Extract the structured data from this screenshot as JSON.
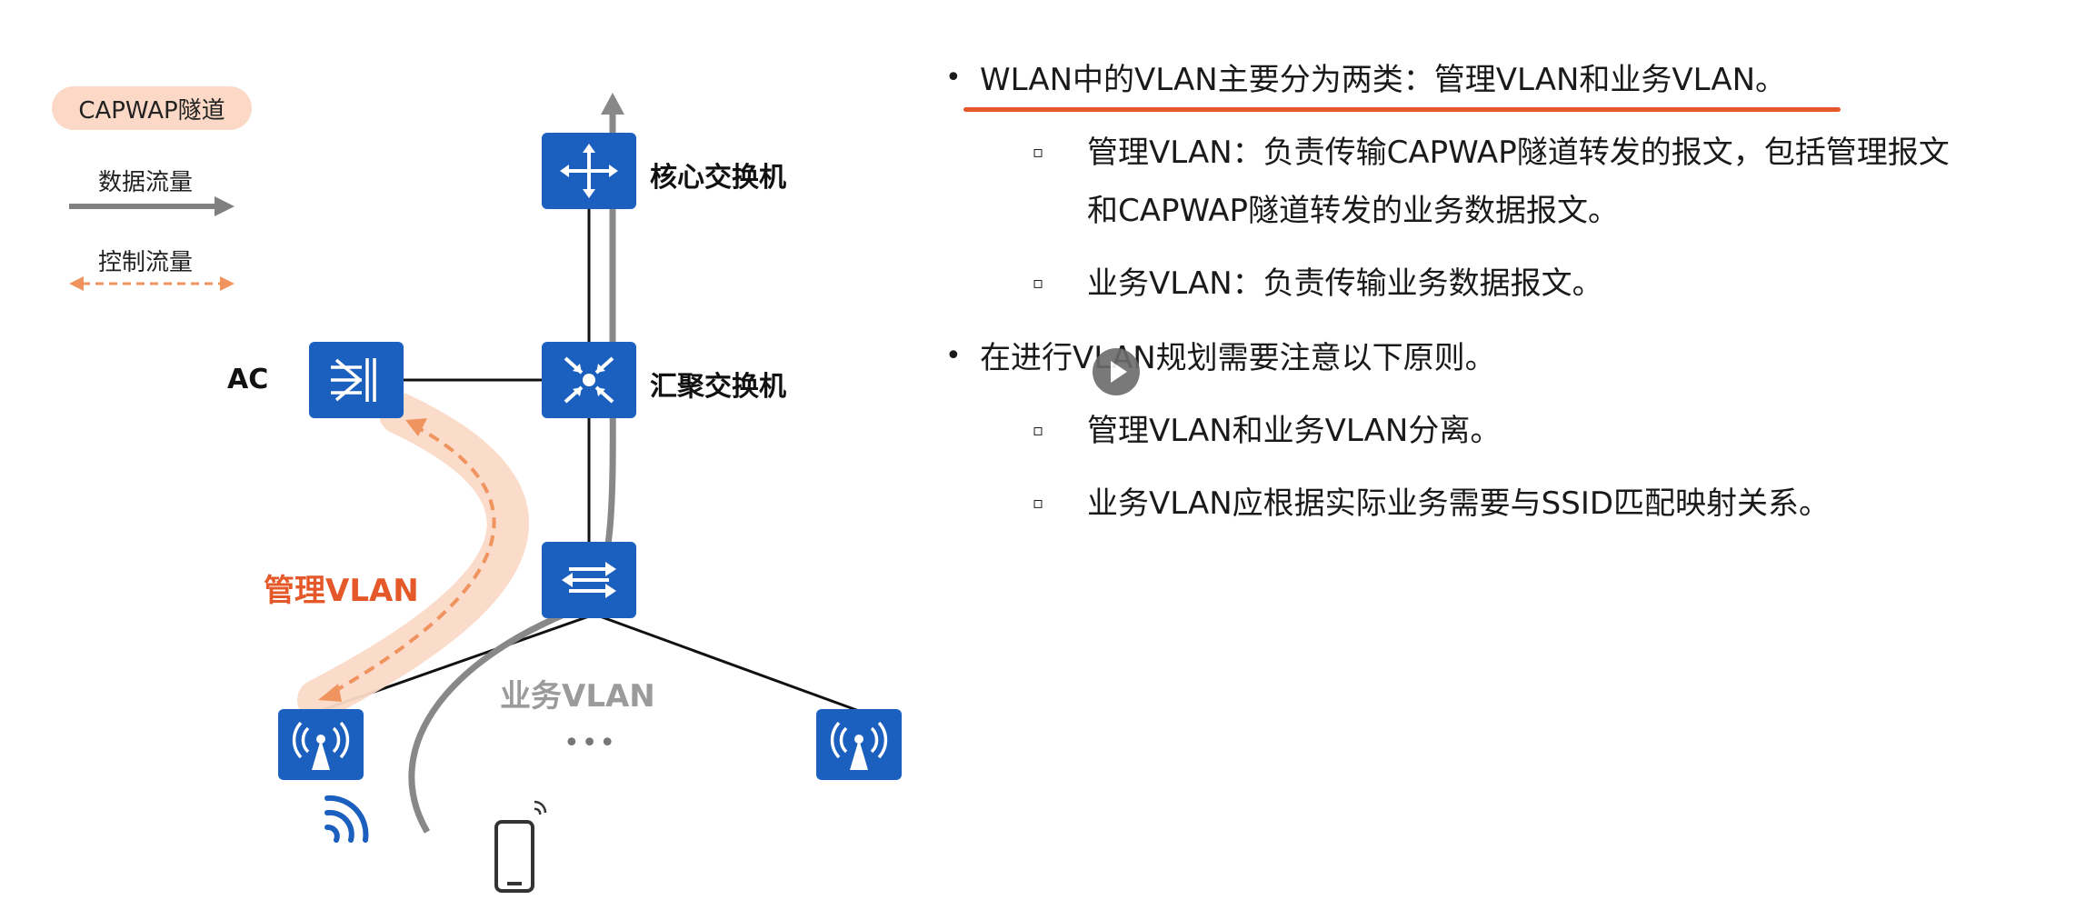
{
  "legend": {
    "capwap_tunnel": "CAPWAP隧道",
    "data_traffic": "数据流量",
    "control_traffic": "控制流量"
  },
  "diagram": {
    "core_switch": "核心交换机",
    "agg_switch": "汇聚交换机",
    "ac": "AC",
    "mgmt_vlan": "管理VLAN",
    "service_vlan": "业务VLAN",
    "ellipsis": "•••"
  },
  "content": {
    "bullet1": "WLAN中的VLAN主要分为两类：管理VLAN和业务VLAN。",
    "sub1_line1": "管理VLAN：负责传输CAPWAP隧道转发的报文，包括管理报文",
    "sub1_line2": "和CAPWAP隧道转发的业务数据报文。",
    "sub2": "业务VLAN：负责传输业务数据报文。",
    "bullet2": "在进行VLAN规划需要注意以下原则。",
    "sub3": "管理VLAN和业务VLAN分离。",
    "sub4": "业务VLAN应根据实际业务需要与SSID匹配映射关系。"
  },
  "icons": {
    "bullet": "•",
    "sub_bullet": "▫"
  },
  "colors": {
    "node_blue": "#1b5fbf",
    "accent_orange": "#e5582a",
    "tunnel_fill": "#fbd9c6",
    "data_arrow": "#888888"
  }
}
